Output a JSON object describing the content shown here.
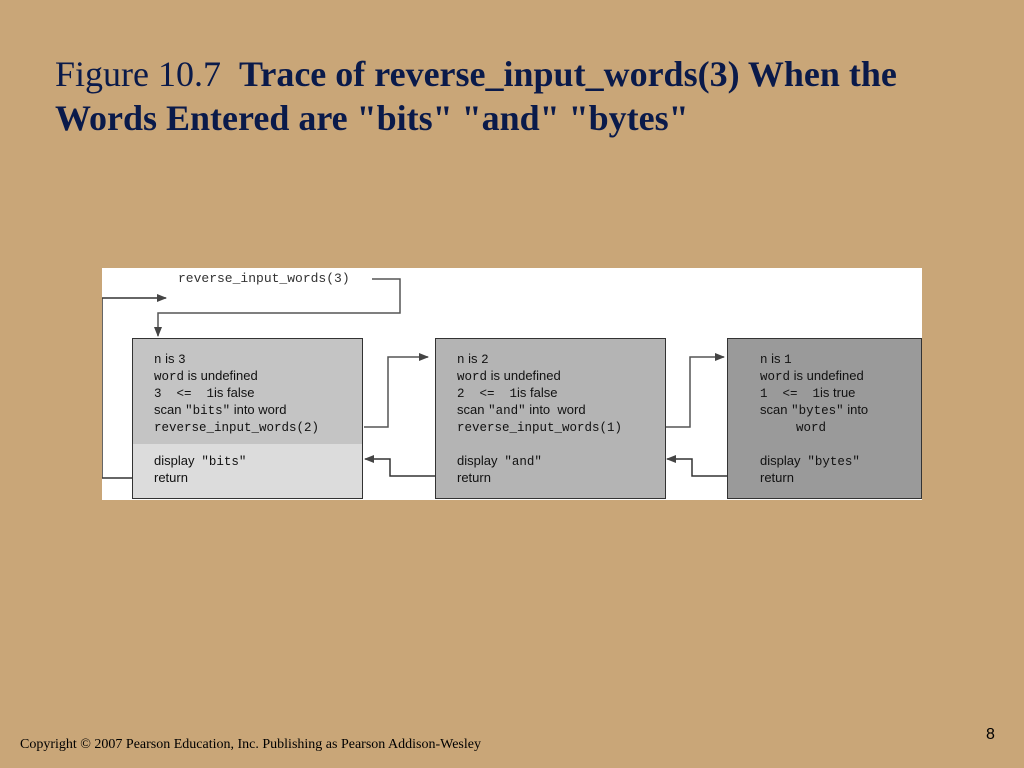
{
  "title": {
    "lead": "Figure 10.7",
    "bold": "Trace of reverse_input_words(3) When the Words Entered are \"bits\" \"and\" \"bytes\""
  },
  "diagram": {
    "initial_call": "reverse_input_words(3)",
    "frames": [
      {
        "n_var": "n",
        "n_is": " is ",
        "n_val": "3",
        "word_var": "word",
        "word_undef": " is undefined",
        "cond_expr": "3  <=  1",
        "cond_result": "is false",
        "scan": "scan ",
        "scan_word": "\"bits\"",
        "scan_into": " into word",
        "scan_word_line": "",
        "call": "reverse_input_words(2)",
        "display": "display ",
        "display_word": "\"bits\"",
        "return": "return",
        "fill": "#c4c4c4",
        "lower_fill": "#dcdcdc"
      },
      {
        "n_var": "n",
        "n_is": " is ",
        "n_val": "2",
        "word_var": "word",
        "word_undef": " is undefined",
        "cond_expr": "2  <=  1",
        "cond_result": "is false",
        "scan": "scan ",
        "scan_word": "\"and\"",
        "scan_into": " into  word",
        "scan_word_line": "",
        "call": "reverse_input_words(1)",
        "display": "display ",
        "display_word": "\"and\"",
        "return": "return",
        "fill": "#b4b4b4",
        "lower_fill": "#b4b4b4"
      },
      {
        "n_var": "n",
        "n_is": " is ",
        "n_val": "1",
        "word_var": "word",
        "word_undef": " is undefined",
        "cond_expr": "1  <=  1",
        "cond_result": "is true",
        "scan": "scan ",
        "scan_word": "\"bytes\"",
        "scan_into": " into",
        "scan_word_line": "word",
        "call": "",
        "display": "display ",
        "display_word": "\"bytes\"",
        "return": "return",
        "fill": "#9a9a9a",
        "lower_fill": "#9a9a9a"
      }
    ]
  },
  "footer": {
    "copyright": "Copyright © 2007 Pearson Education, Inc. Publishing as Pearson Addison-Wesley",
    "page_number": "8"
  }
}
